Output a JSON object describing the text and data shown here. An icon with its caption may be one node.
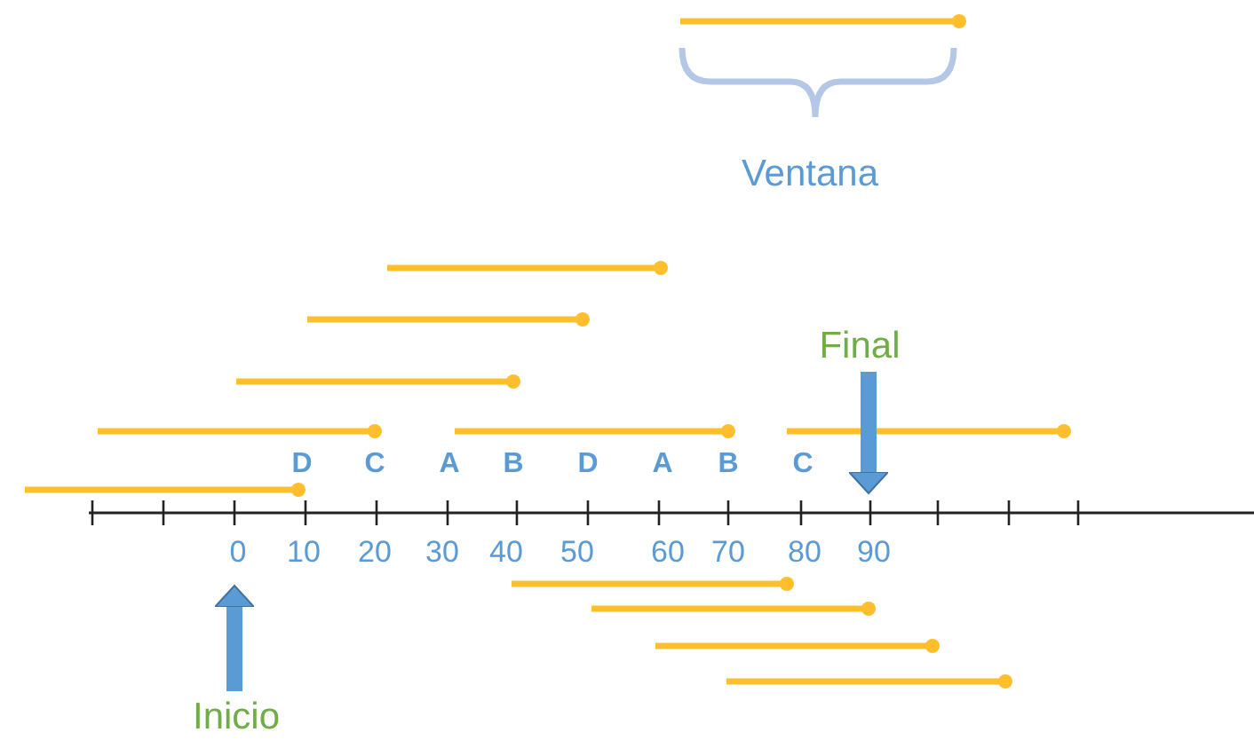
{
  "diagram": {
    "nodes": [
      {
        "text": [
          "Final"
        ]
      },
      {
        "text": [
          "Inicio"
        ]
      }
    ],
    "edges": [
      {
        "from": 0,
        "to": null,
        "arrow": "to"
      },
      {
        "from": 1,
        "to": null,
        "arrow": "to"
      }
    ],
    "labels": [
      "Ventana",
      "D",
      "C",
      "A",
      "B",
      "D",
      "A",
      "B",
      "C",
      "0",
      "10",
      "20",
      "30",
      "40",
      "50",
      "60",
      "70",
      "80",
      "90"
    ]
  }
}
